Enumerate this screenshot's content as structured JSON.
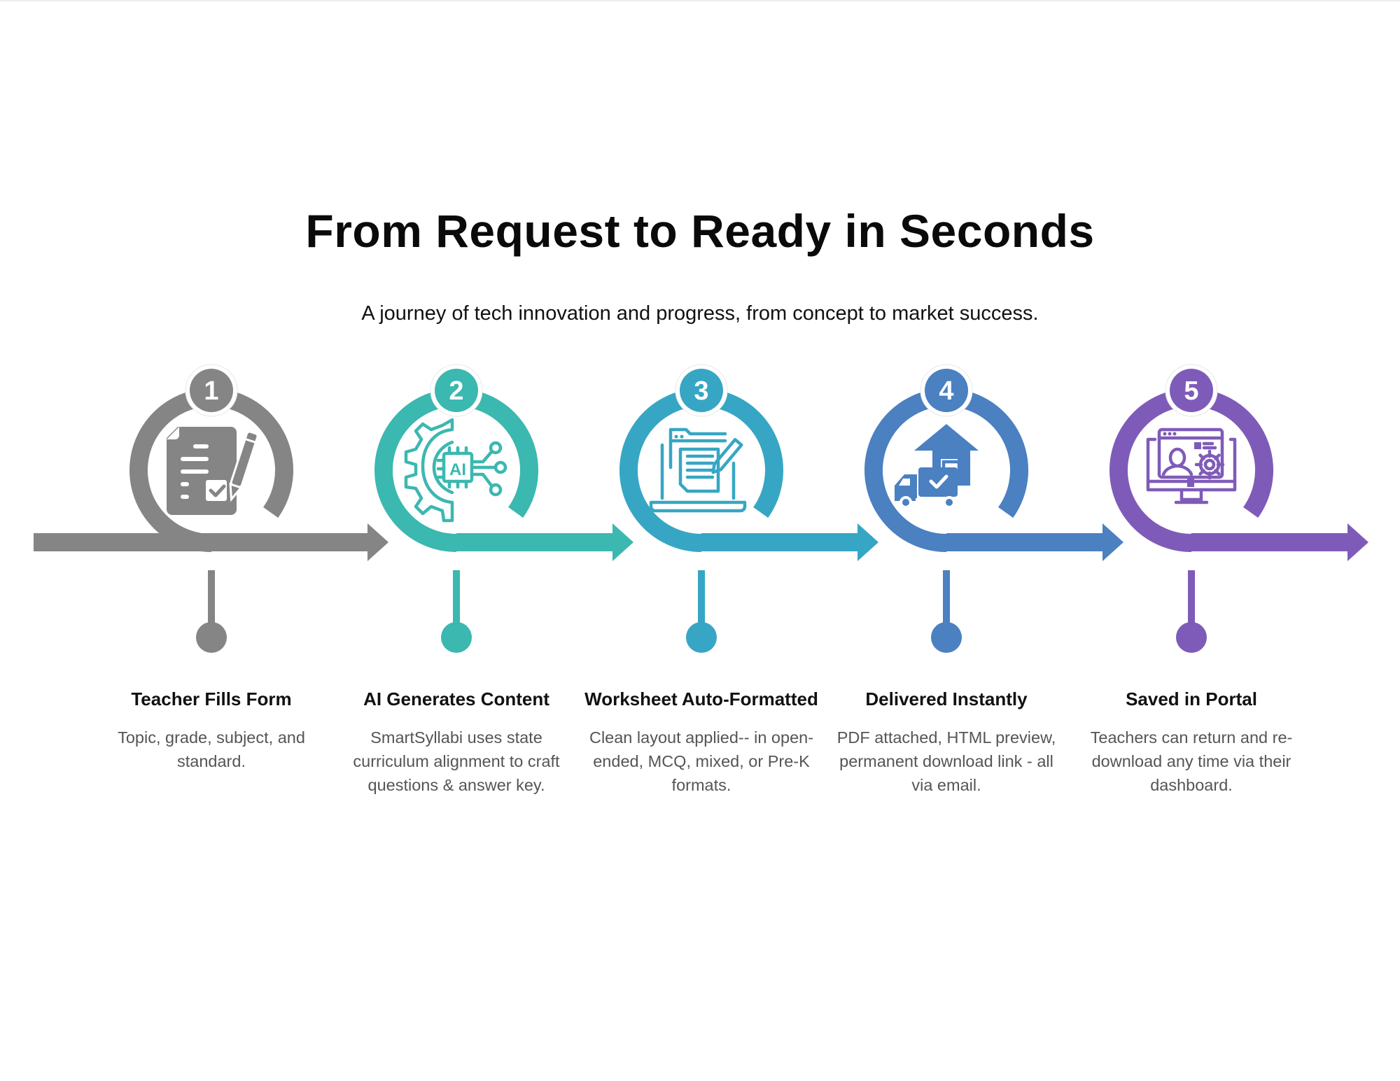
{
  "header": {
    "title": "From Request to Ready in Seconds",
    "subtitle": "A journey of tech innovation and progress, from concept to market success."
  },
  "steps": [
    {
      "number": "1",
      "heading": "Teacher Fills Form",
      "description": "Topic, grade, subject, and standard.",
      "icon": "form-checklist-pencil-icon",
      "color": "#858585"
    },
    {
      "number": "2",
      "heading": "AI Generates Content",
      "description": "SmartSyllabi uses state curriculum alignment to craft questions & answer key.",
      "icon": "ai-chip-gear-icon",
      "icon_label": "AI",
      "color": "#3bb8b0"
    },
    {
      "number": "3",
      "heading": "Worksheet Auto-Formatted",
      "description": "Clean layout applied-- in open-ended, MCQ, mixed, or Pre-K formats.",
      "icon": "laptop-document-pen-icon",
      "color": "#37a6c4"
    },
    {
      "number": "4",
      "heading": "Delivered Instantly",
      "description": "PDF attached, HTML preview, permanent download link - all via email.",
      "icon": "delivery-truck-house-icon",
      "color": "#4b80c1"
    },
    {
      "number": "5",
      "heading": "Saved in Portal",
      "description": "Teachers can return and re-download any time via their dashboard.",
      "icon": "monitor-user-gear-icon",
      "color": "#7f5bb9"
    }
  ]
}
